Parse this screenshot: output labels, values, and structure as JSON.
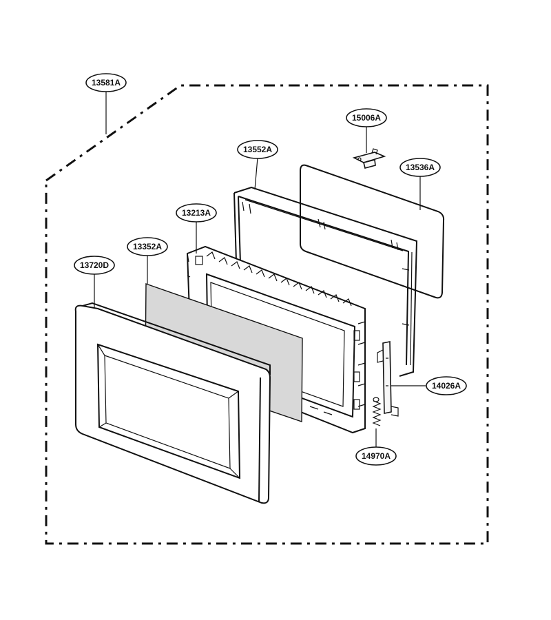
{
  "callouts": {
    "assembly": "13581A",
    "frame": "13552A",
    "bracket": "15006A",
    "glass_panel": "13536A",
    "inner_frame": "13213A",
    "screen": "13352A",
    "door_frame": "13720D",
    "latch": "14026A",
    "spring": "14970A"
  }
}
